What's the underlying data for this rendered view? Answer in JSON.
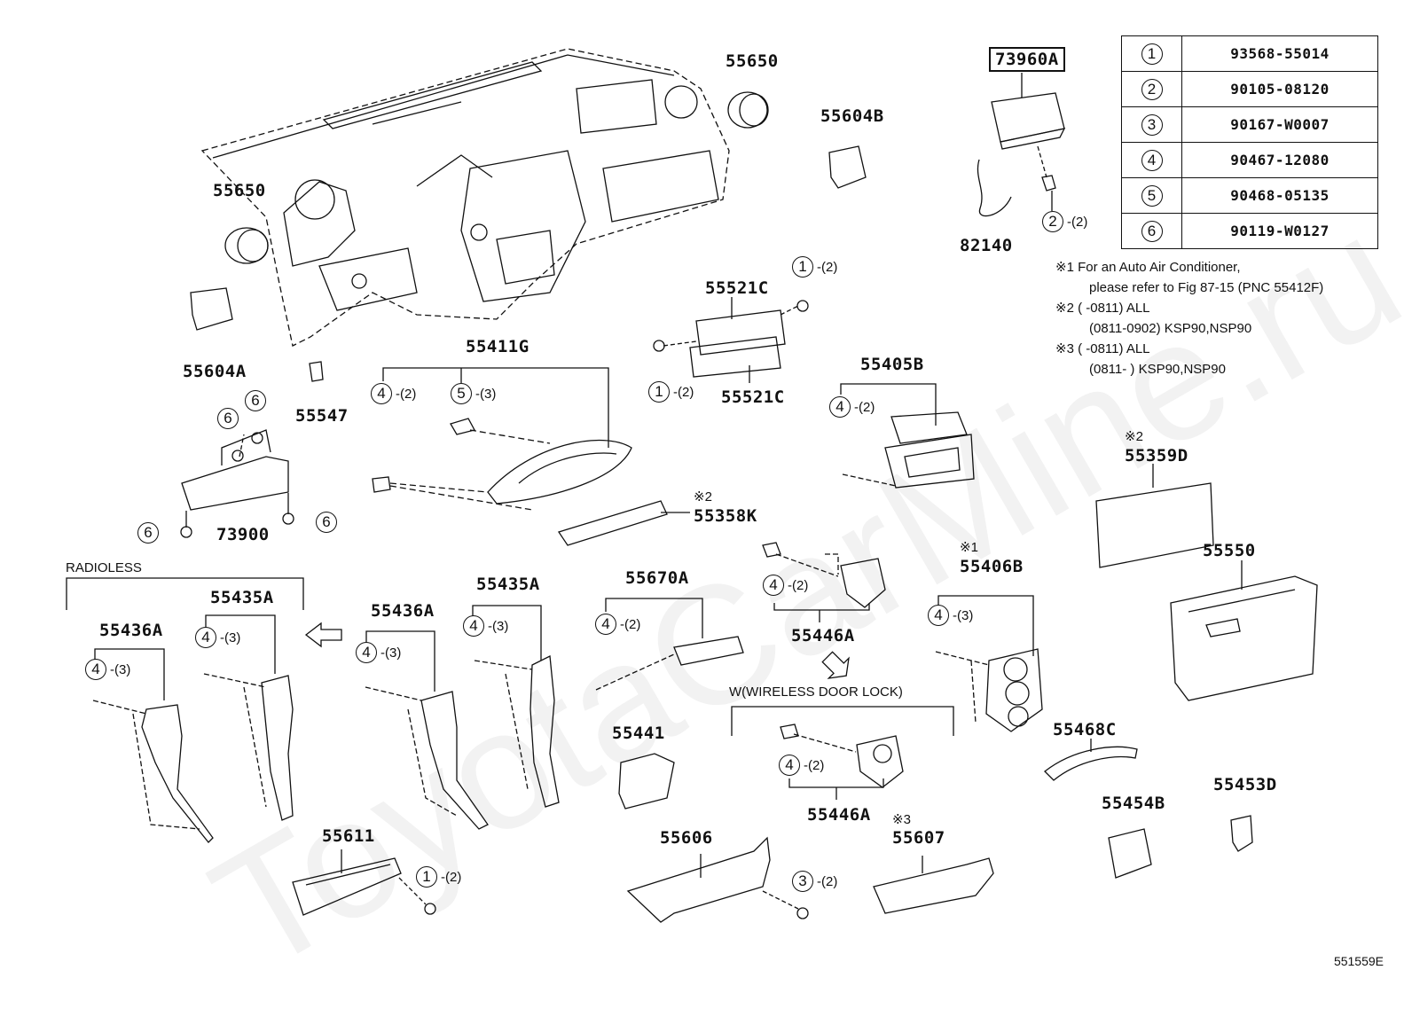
{
  "watermark": "ToyotaCarMine.ru",
  "highlighted_part": "73960A",
  "labels": {
    "p55650_top": "55650",
    "p55650_left": "55650",
    "p55604B": "55604B",
    "p55604A": "55604A",
    "p73960A": "73960A",
    "p82140": "82140",
    "p55521C_top": "55521C",
    "p55521C_bot": "55521C",
    "p55411G": "55411G",
    "p55547": "55547",
    "p73900": "73900",
    "p55405B": "55405B",
    "p55358K": "55358K",
    "p55359D": "55359D",
    "p55550": "55550",
    "p55436A_left": "55436A",
    "p55435A_left": "55435A",
    "p55436A_mid": "55436A",
    "p55435A_mid": "55435A",
    "p55670A": "55670A",
    "p55446A_top": "55446A",
    "p55446A_bot": "55446A",
    "p55406B": "55406B",
    "p55441": "55441",
    "p55468C": "55468C",
    "p55454B": "55454B",
    "p55453D": "55453D",
    "p55611": "55611",
    "p55606": "55606",
    "p55607": "55607"
  },
  "captions": {
    "radioless": "RADIOLESS",
    "wireless": "W(WIRELESS DOOR LOCK)",
    "note_2_55358K": "※2",
    "note_2_55359D": "※2",
    "note_1_55406B": "※1",
    "note_3_55607": "※3",
    "footer_id": "551559E"
  },
  "callouts": {
    "c_2_73960": {
      "num": "2",
      "qty": "-(2)"
    },
    "c_1_55521_top": {
      "num": "1",
      "qty": "-(2)"
    },
    "c_1_55521_bot": {
      "num": "1",
      "qty": "-(2)"
    },
    "c_6_a": {
      "num": "6",
      "qty": ""
    },
    "c_6_b": {
      "num": "6",
      "qty": ""
    },
    "c_6_c": {
      "num": "6",
      "qty": ""
    },
    "c_6_d": {
      "num": "6",
      "qty": ""
    },
    "c_4_55411": {
      "num": "4",
      "qty": "-(2)"
    },
    "c_5_55411": {
      "num": "5",
      "qty": "-(3)"
    },
    "c_4_55405": {
      "num": "4",
      "qty": "-(2)"
    },
    "c_4_55436_left": {
      "num": "4",
      "qty": "-(3)"
    },
    "c_4_55435_left": {
      "num": "4",
      "qty": "-(3)"
    },
    "c_4_55436_mid": {
      "num": "4",
      "qty": "-(3)"
    },
    "c_4_55435_mid": {
      "num": "4",
      "qty": "-(3)"
    },
    "c_4_55670": {
      "num": "4",
      "qty": "-(2)"
    },
    "c_4_55446_top": {
      "num": "4",
      "qty": "-(2)"
    },
    "c_4_55446_bot": {
      "num": "4",
      "qty": "-(2)"
    },
    "c_4_55406": {
      "num": "4",
      "qty": "-(3)"
    },
    "c_1_55611": {
      "num": "1",
      "qty": "-(2)"
    },
    "c_3_55606": {
      "num": "3",
      "qty": "-(2)"
    }
  },
  "parts_table": [
    {
      "ref": "1",
      "part_no": "93568-55014"
    },
    {
      "ref": "2",
      "part_no": "90105-08120"
    },
    {
      "ref": "3",
      "part_no": "90167-W0007"
    },
    {
      "ref": "4",
      "part_no": "90467-12080"
    },
    {
      "ref": "5",
      "part_no": "90468-05135"
    },
    {
      "ref": "6",
      "part_no": "90119-W0127"
    }
  ],
  "notes": [
    "※1 For an Auto Air Conditioner,",
    "     please refer to Fig 87-15 (PNC 55412F)",
    "※2 (     -0811) ALL",
    "     (0811-0902) KSP90,NSP90",
    "※3 (     -0811) ALL",
    "     (0811-      ) KSP90,NSP90"
  ]
}
